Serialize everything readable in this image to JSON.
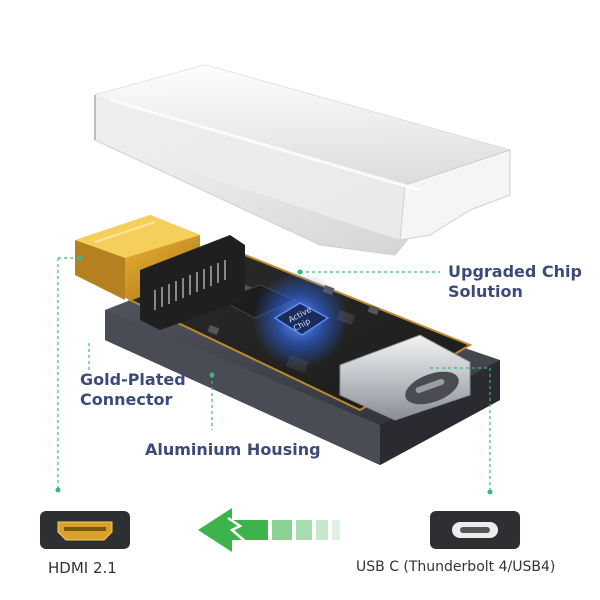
{
  "labels": {
    "chip_line1": "Upgraded Chip",
    "chip_line2": "Solution",
    "gold_line1": "Gold-Plated",
    "gold_line2": "Connector",
    "housing": "Aluminium Housing",
    "chip_marking_1": "Active",
    "chip_marking_2": "Chip"
  },
  "ports": {
    "hdmi": "HDMI 2.1",
    "usbc": "USB C (Thunderbolt 4/USB4)"
  },
  "colors": {
    "label_text": "#3b4a78",
    "leader_line": "#3cb878",
    "arrow": "#3cb44b",
    "chip_glow": "#2f6bff",
    "gold": "#e2b33a",
    "housing": "#3a3b44"
  }
}
